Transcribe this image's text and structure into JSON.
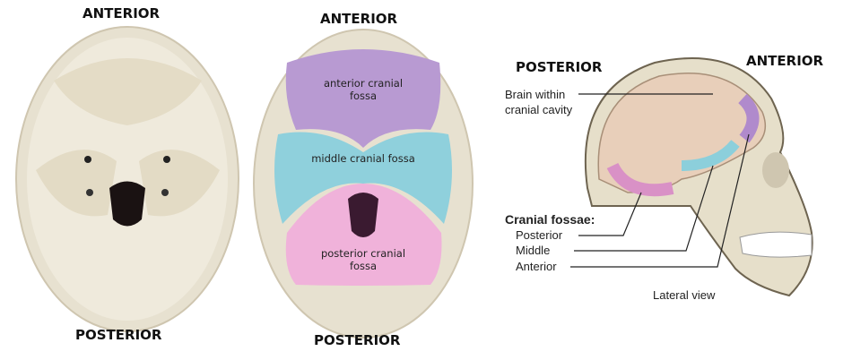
{
  "panel_left": {
    "top_label": "ANTERIOR",
    "bottom_label": "POSTERIOR"
  },
  "panel_middle": {
    "top_label": "ANTERIOR",
    "bottom_label": "POSTERIOR",
    "regions": [
      {
        "label": "anterior cranial fossa",
        "color": "#b89ad2"
      },
      {
        "label": "middle cranial fossa",
        "color": "#8fd0dc"
      },
      {
        "label": "posterior cranial fossa",
        "color": "#f0b2da"
      }
    ]
  },
  "panel_right": {
    "left_label": "POSTERIOR",
    "right_label": "ANTERIOR",
    "brain_label_line1": "Brain within",
    "brain_label_line2": "cranial cavity",
    "fossae_heading": "Cranial fossae:",
    "fossae": [
      "Posterior",
      "Middle",
      "Anterior"
    ],
    "caption": "Lateral view"
  }
}
